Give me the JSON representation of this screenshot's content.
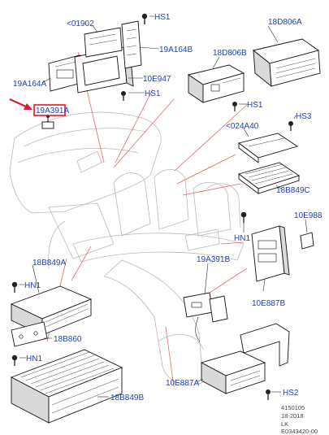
{
  "colors": {
    "label_text": "#1f3fbf",
    "highlight_box": "#e0182b",
    "pointer_arrow": "#e0182b",
    "leader_red": "#e26b6b",
    "outline": "#111111"
  },
  "labels": {
    "p01902": "<01902",
    "hs1_top": "HS1",
    "p18d806a": "18D806A",
    "p19a164b": "19A164B",
    "p18d806b": "18D806B",
    "p19a164a": "19A164A",
    "p10e947": "10E947",
    "hs1_mid": "HS1",
    "hs1_right": "HS1",
    "p19a391a": "19A391A",
    "hs3": "HS3",
    "p024a40": "<024A40",
    "p18b849c": "18B849C",
    "p10e988": "10E988",
    "hn1_right": "HN1",
    "p18b849a": "18B849A",
    "p19a391b": "19A391B",
    "hn1_left1": "HN1",
    "p10e887b": "10E887B",
    "p18b860": "18B860",
    "hn1_left2": "HN1",
    "p18b849b": "18B849B",
    "p10e887a": "10E887A",
    "hs2": "HS2"
  },
  "footer": {
    "line1": "4150105",
    "line2": "18-2018",
    "line3": "LK",
    "line4": "E0343420-00"
  },
  "highlight": {
    "part_id": "19A391A",
    "icon": "red-arrow-icon"
  }
}
